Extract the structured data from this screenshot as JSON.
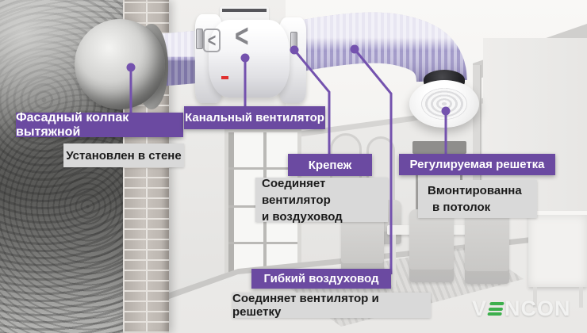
{
  "colors": {
    "accent-purple": "#6b4aa1",
    "leader-purple": "#7452ae",
    "note-gray": "#d9d9d9",
    "brand-green": "#3daf4d"
  },
  "icons": {
    "airflow_chevron": "<"
  },
  "annotations": {
    "cap": {
      "title": "Фасадный колпак вытяжной",
      "note": "Установлен в стене"
    },
    "fan": {
      "title": "Канальный вентилятор"
    },
    "mount": {
      "title": "Крепеж",
      "note_line1": "Соединяет вентилятор",
      "note_line2": "и воздуховод"
    },
    "grille": {
      "title": "Регулируемая решетка",
      "note_line1": "Вмонтированна",
      "note_line2": "в потолок"
    },
    "duct": {
      "title": "Гибкий воздуховод",
      "note": "Соединяет вентилятор и решетку"
    }
  },
  "brand": {
    "name": "VENCON",
    "prefix": "V",
    "suffix": "NCON"
  }
}
